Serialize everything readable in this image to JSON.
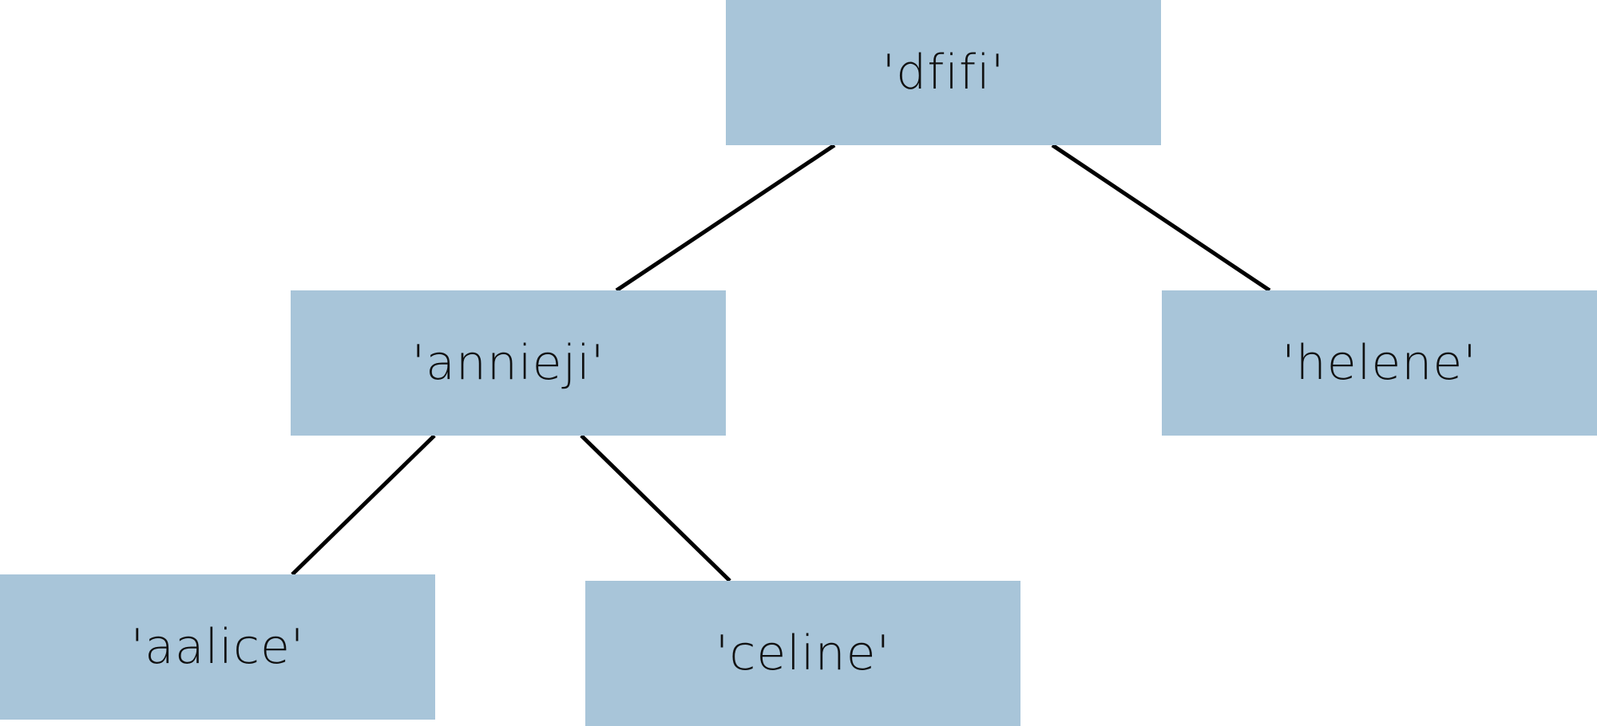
{
  "tree": {
    "nodes": {
      "root": {
        "label": "'dfifi'"
      },
      "left": {
        "label": "'annieji'"
      },
      "right": {
        "label": "'helene'"
      },
      "left_left": {
        "label": "'aalice'"
      },
      "left_right": {
        "label": "'celine'"
      }
    },
    "edges": [
      {
        "from": "'dfifi'",
        "to": "'annieji'"
      },
      {
        "from": "'dfifi'",
        "to": "'helene'"
      },
      {
        "from": "'annieji'",
        "to": "'aalice'"
      },
      {
        "from": "'annieji'",
        "to": "'celine'"
      }
    ],
    "colors": {
      "node_fill": "#a8c5d9",
      "edge": "#000000",
      "text": "#111111"
    }
  }
}
